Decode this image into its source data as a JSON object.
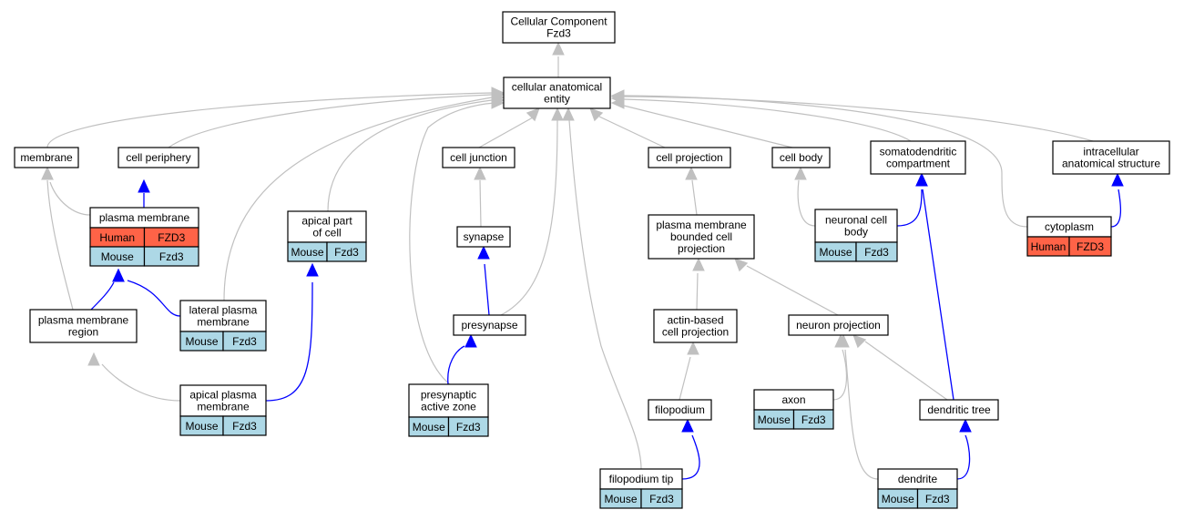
{
  "colors": {
    "human": "#ff6347",
    "mouse": "#add8e6",
    "is_a_edge": "#c0c0c0",
    "part_of_edge": "#0000ff"
  },
  "nodes": {
    "root": [
      "Cellular Component",
      "Fzd3"
    ],
    "cae": [
      "cellular anatomical",
      "entity"
    ],
    "membrane": [
      "membrane"
    ],
    "cell_periphery": [
      "cell periphery"
    ],
    "plasma_membrane": [
      "plasma membrane"
    ],
    "pm_region": [
      "plasma membrane",
      "region"
    ],
    "lateral_pm": [
      "lateral plasma",
      "membrane"
    ],
    "apical_part": [
      "apical part",
      "of cell"
    ],
    "apical_pm": [
      "apical plasma",
      "membrane"
    ],
    "cell_junction": [
      "cell junction"
    ],
    "synapse": [
      "synapse"
    ],
    "presynapse": [
      "presynapse"
    ],
    "presyn_az": [
      "presynaptic",
      "active zone"
    ],
    "cell_projection": [
      "cell projection"
    ],
    "pm_bounded": [
      "plasma membrane",
      "bounded cell",
      "projection"
    ],
    "actin_based": [
      "actin-based",
      "cell projection"
    ],
    "filopodium": [
      "filopodium"
    ],
    "filopodium_tip": [
      "filopodium tip"
    ],
    "cell_body": [
      "cell body"
    ],
    "neuronal_cb": [
      "neuronal cell",
      "body"
    ],
    "neuron_proj": [
      "neuron projection"
    ],
    "axon": [
      "axon"
    ],
    "dendritic_tree": [
      "dendritic tree"
    ],
    "dendrite": [
      "dendrite"
    ],
    "somatodendritic": [
      "somatodendritic",
      "compartment"
    ],
    "intracellular": [
      "intracellular",
      "anatomical structure"
    ],
    "cytoplasm": [
      "cytoplasm"
    ]
  },
  "annotations": {
    "plasma_membrane": [
      [
        "Human",
        "FZD3"
      ],
      [
        "Mouse",
        "Fzd3"
      ]
    ],
    "lateral_pm": [
      [
        "Mouse",
        "Fzd3"
      ]
    ],
    "apical_part": [
      [
        "Mouse",
        "Fzd3"
      ]
    ],
    "apical_pm": [
      [
        "Mouse",
        "Fzd3"
      ]
    ],
    "presyn_az": [
      [
        "Mouse",
        "Fzd3"
      ]
    ],
    "filopodium_tip": [
      [
        "Mouse",
        "Fzd3"
      ]
    ],
    "neuronal_cb": [
      [
        "Mouse",
        "Fzd3"
      ]
    ],
    "axon": [
      [
        "Mouse",
        "Fzd3"
      ]
    ],
    "dendrite": [
      [
        "Mouse",
        "Fzd3"
      ]
    ],
    "cytoplasm": [
      [
        "Human",
        "FZD3"
      ]
    ]
  }
}
